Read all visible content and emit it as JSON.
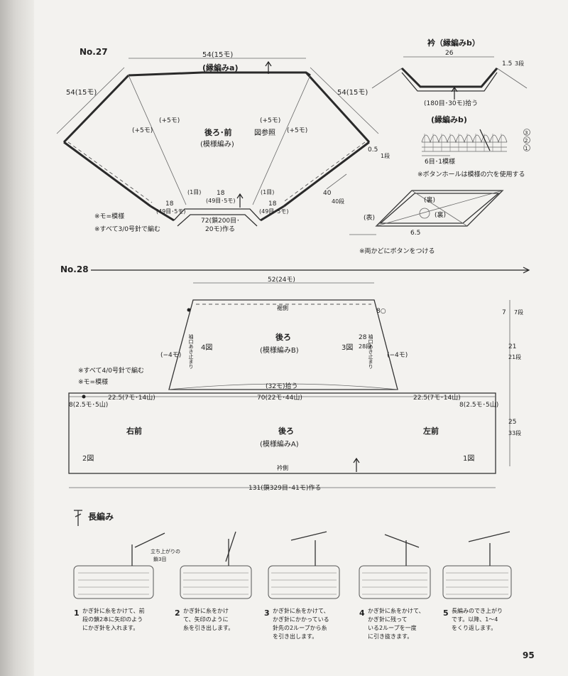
{
  "no27": {
    "title": "No.27",
    "top_width": "54(15モ)",
    "left_side": "54(15モ)",
    "right_side": "54(15モ)",
    "border_a": "(縁編みa)",
    "plus5_1": "(+5モ)",
    "plus5_2": "(+5モ)",
    "plus5_3": "(+5モ)",
    "plus5_4": "(+5モ)",
    "body_title": "後ろ･前",
    "body_pattern": "(模様編み)",
    "see_fig": "図参照",
    "d05": "0.5",
    "d1_row": "1段",
    "d40": "40",
    "d40_rows": "40段",
    "bottom_left": "18",
    "bottom_left_sub": "(49目･5モ)",
    "bottom_mid": "18",
    "bottom_mid_sub": "(49目･5モ)",
    "bottom_right": "18",
    "bottom_right_sub": "(49目･5モ)",
    "one_st_left": "(1目)",
    "one_st_right": "(1目)",
    "chain_start": "72(鎖200目･",
    "chain_start2": "20モ)作る",
    "note_mo": "※モ=模様",
    "note_hook": "※すべて3/0号針で編む"
  },
  "collar": {
    "title": "衿（縁編みb）",
    "width": "26",
    "depth": "1.5",
    "depth_rows": "3段",
    "pickup": "(180目･30モ)拾う",
    "border_b": "(縁編みb)",
    "rows": [
      "3",
      "2",
      "1"
    ],
    "repeat": "6目･1模様",
    "buttonhole_note": "※ボタンホールは模様の穴を使用する",
    "ura1": "(裏)",
    "ura2": "(裏)",
    "omote": "(表)",
    "d65": "6.5",
    "button_note": "※両かどにボタンをつける"
  },
  "no28": {
    "title": "No.28",
    "top_width": "52(24モ)",
    "hem_side": "裾側",
    "right_7": "7",
    "right_7_rows": "7段",
    "right_21": "21",
    "right_21_rows": "21段",
    "right_25": "25",
    "right_25_rows": "33段",
    "armhole": "袖口あき止まり",
    "armhole2": "袖口あき止まり",
    "minus4_left": "(−4モ)",
    "minus4_right": "(−4モ)",
    "fig4": "4図",
    "fig3": "3図",
    "back_title": "後ろ",
    "back_pattern": "(模様編みB)",
    "side_28": "28",
    "side_28_rows": "28段",
    "eight_o": "8○",
    "note_hook": "※すべて4/0号針で編む",
    "note_mo": "※モ=模様",
    "pickup_32": "(32モ)拾う",
    "left_8": "8(2.5モ･5山)",
    "left_225": "22.5(7モ･14山)",
    "mid_70": "70(22モ･44山)",
    "right_225": "22.5(7モ･14山)",
    "right_8": "8(2.5モ･5山)",
    "right_front": "右前",
    "back_lower": "後ろ",
    "back_lower_pattern": "(模様編みA)",
    "left_front": "左前",
    "fig2": "2図",
    "fig1": "1図",
    "collar_side": "衿側",
    "chain_start": "131(鎖329目･41モ)作る"
  },
  "dc": {
    "title": "長編み",
    "rise_label1": "立ち上がりの",
    "rise_label2": "鎖3目",
    "steps": [
      {
        "num": "1",
        "lines": [
          "かぎ針に糸をかけて、前",
          "段の鎖2本に矢印のよう",
          "にかぎ針を入れます。"
        ]
      },
      {
        "num": "2",
        "lines": [
          "かぎ針に糸をかけ",
          "て、矢印のように",
          "糸を引き出します。"
        ]
      },
      {
        "num": "3",
        "lines": [
          "かぎ針に糸をかけて、",
          "かぎ針にかかっている",
          "針先の2ループから糸",
          "を引き出します。"
        ]
      },
      {
        "num": "4",
        "lines": [
          "かぎ針に糸をかけて、",
          "かぎ針に残って",
          "いる2ループを一度",
          "に引き抜きます。"
        ]
      },
      {
        "num": "5",
        "lines": [
          "長編みのでき上がり",
          "です。以降、1〜4",
          "をくり返します。"
        ]
      }
    ]
  },
  "page_number": "95"
}
